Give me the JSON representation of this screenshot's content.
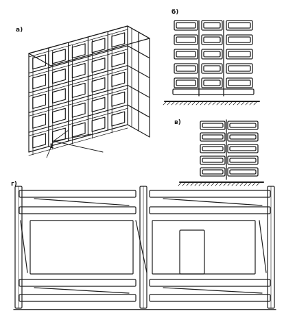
{
  "labels": {
    "panel_a": "а)",
    "panel_b": "б)",
    "panel_v": "в)",
    "panel_g": "г)",
    "callout_1": "1"
  },
  "colors": {
    "ink": "#1c1c1c",
    "paper": "#ffffff"
  }
}
